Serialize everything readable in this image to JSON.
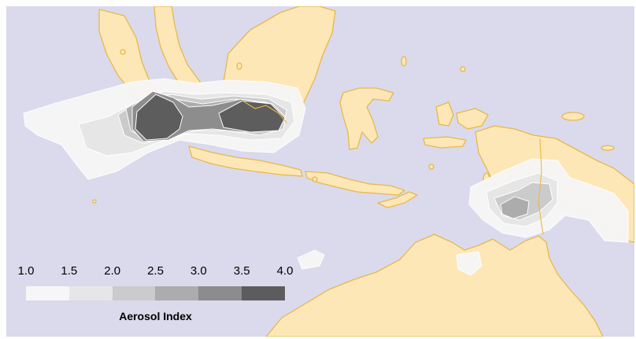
{
  "colors": {
    "ocean": "#dadaec",
    "land": "#fde7b6",
    "coast": "#e8b84a"
  },
  "legend": {
    "title": "Aerosol Index",
    "ticks": [
      "1.0",
      "1.5",
      "2.0",
      "2.5",
      "3.0",
      "3.5",
      "4.0"
    ],
    "bins": [
      {
        "from": 1.0,
        "to": 1.5,
        "color": "#f6f6f6"
      },
      {
        "from": 1.5,
        "to": 2.0,
        "color": "#e6e6e6"
      },
      {
        "from": 2.0,
        "to": 2.5,
        "color": "#cbcbcb"
      },
      {
        "from": 2.5,
        "to": 3.0,
        "color": "#acacac"
      },
      {
        "from": 3.0,
        "to": 3.5,
        "color": "#8c8c8c"
      },
      {
        "from": 3.5,
        "to": 4.0,
        "color": "#5c5c5c"
      }
    ]
  }
}
